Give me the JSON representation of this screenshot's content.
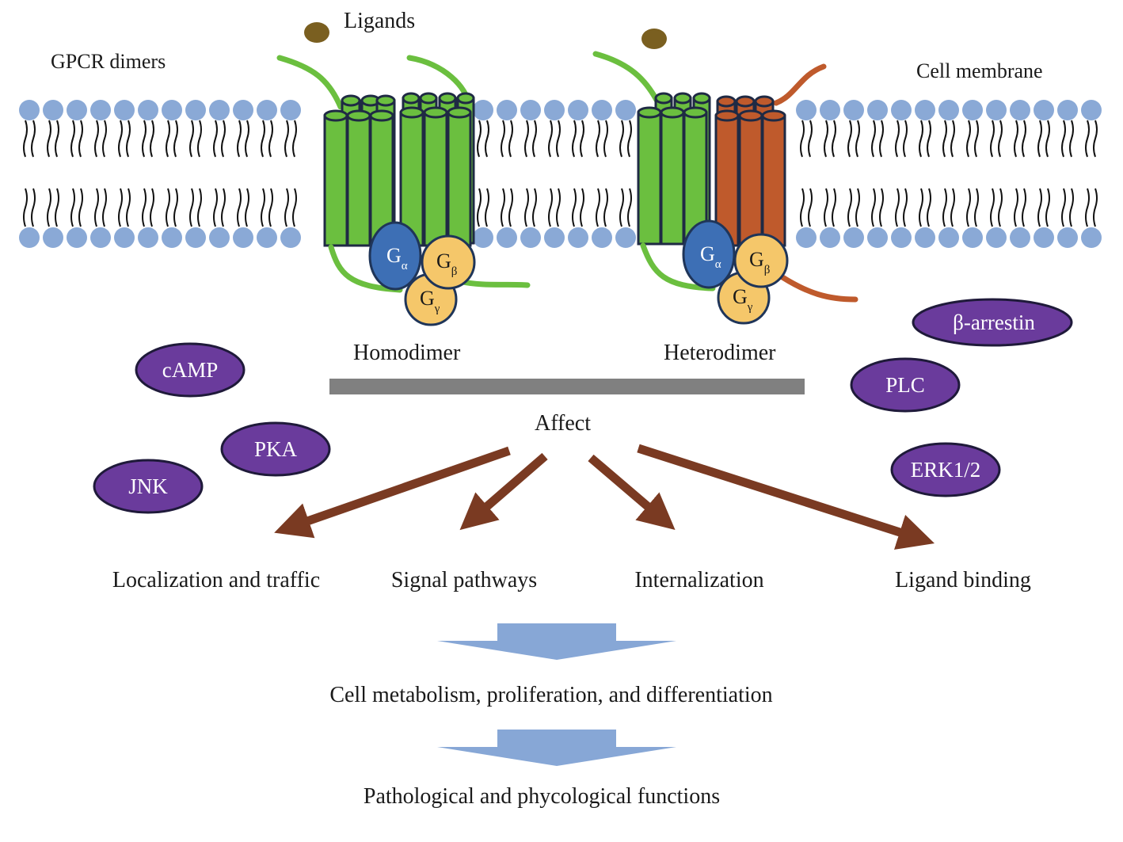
{
  "labels": {
    "ligands": "Ligands",
    "gpcr_dimers": "GPCR dimers",
    "cell_membrane": "Cell membrane",
    "homodimer": "Homodimer",
    "heterodimer": "Heterodimer",
    "affect": "Affect"
  },
  "g_protein": {
    "alpha": "G",
    "alpha_sub": "α",
    "beta": "G",
    "beta_sub": "β",
    "gamma": "G",
    "gamma_sub": "γ"
  },
  "molecules": [
    "cAMP",
    "PKA",
    "JNK",
    "β-arrestin",
    "PLC",
    "ERK1/2"
  ],
  "effects": [
    "Localization and traffic",
    "Signal pathways",
    "Internalization",
    "Ligand binding"
  ],
  "outcomes": [
    "Cell metabolism, proliferation, and differentiation",
    "Pathological and phycological functions"
  ],
  "colors": {
    "lipid_head": "#8aa9d6",
    "receptor_green": "#6bbf3f",
    "receptor_orange": "#bf5a2c",
    "g_alpha": "#3d6fb5",
    "g_beta_gamma": "#f5c76a",
    "molecule": "#6a3b9c",
    "arrow_brown": "#7a3a22",
    "flow_arrow": "#87a7d6",
    "bar": "#808080",
    "ligand": "#7a5f20"
  }
}
